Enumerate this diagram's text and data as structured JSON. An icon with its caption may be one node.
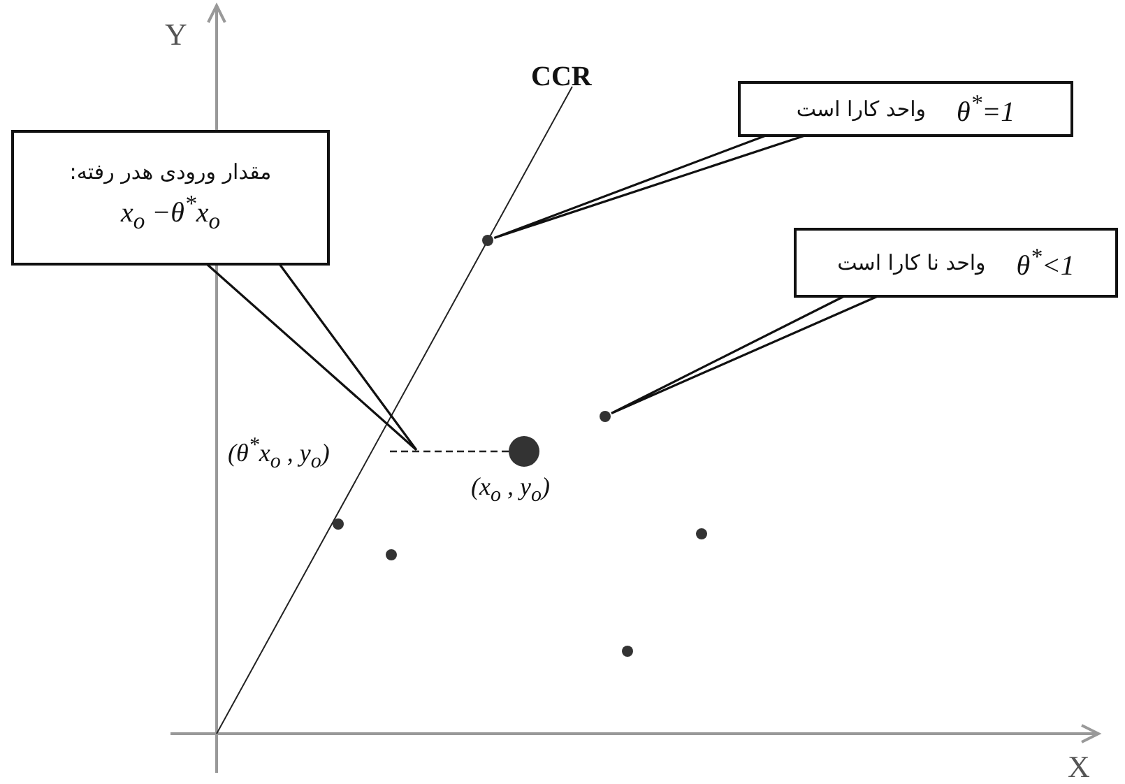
{
  "diagram": {
    "nodes": [
      {
        "text": [
          "مقدار ورودی هدر رفته:",
          "x$_{o}$ −θ$^{*}$x$_{o}$"
        ]
      },
      {
        "text": [
          "θ$^{*}$=1",
          "واحد کارا است"
        ]
      },
      {
        "text": [
          "θ$^{*}$<1",
          "واحد نا کارا است"
        ]
      },
      {
        "text": [],
        "shape": "circle"
      },
      {
        "text": [],
        "shape": "circle"
      },
      {
        "text": [],
        "shape": "circle",
        "beside": [
          "(x$_{o}$ , y$_{o}$)"
        ]
      },
      {
        "text": [],
        "shape": "circle"
      },
      {
        "text": [],
        "shape": "circle"
      },
      {
        "text": [],
        "shape": "circle"
      },
      {
        "text": [],
        "shape": "circle"
      }
    ],
    "edges": [
      {
        "from": 0,
        "to": null,
        "arrow": "none"
      },
      {
        "from": 1,
        "to": 3,
        "arrow": "none"
      },
      {
        "from": 2,
        "to": 4,
        "arrow": "none"
      },
      {
        "from": 5,
        "to": null,
        "arrow": "none",
        "style": "dashed",
        "color": "#222222"
      }
    ],
    "labels": [
      "Y",
      "CCR",
      "(θ$^{*}$x$_{o}$ , y$_{o}$)",
      "X"
    ]
  }
}
